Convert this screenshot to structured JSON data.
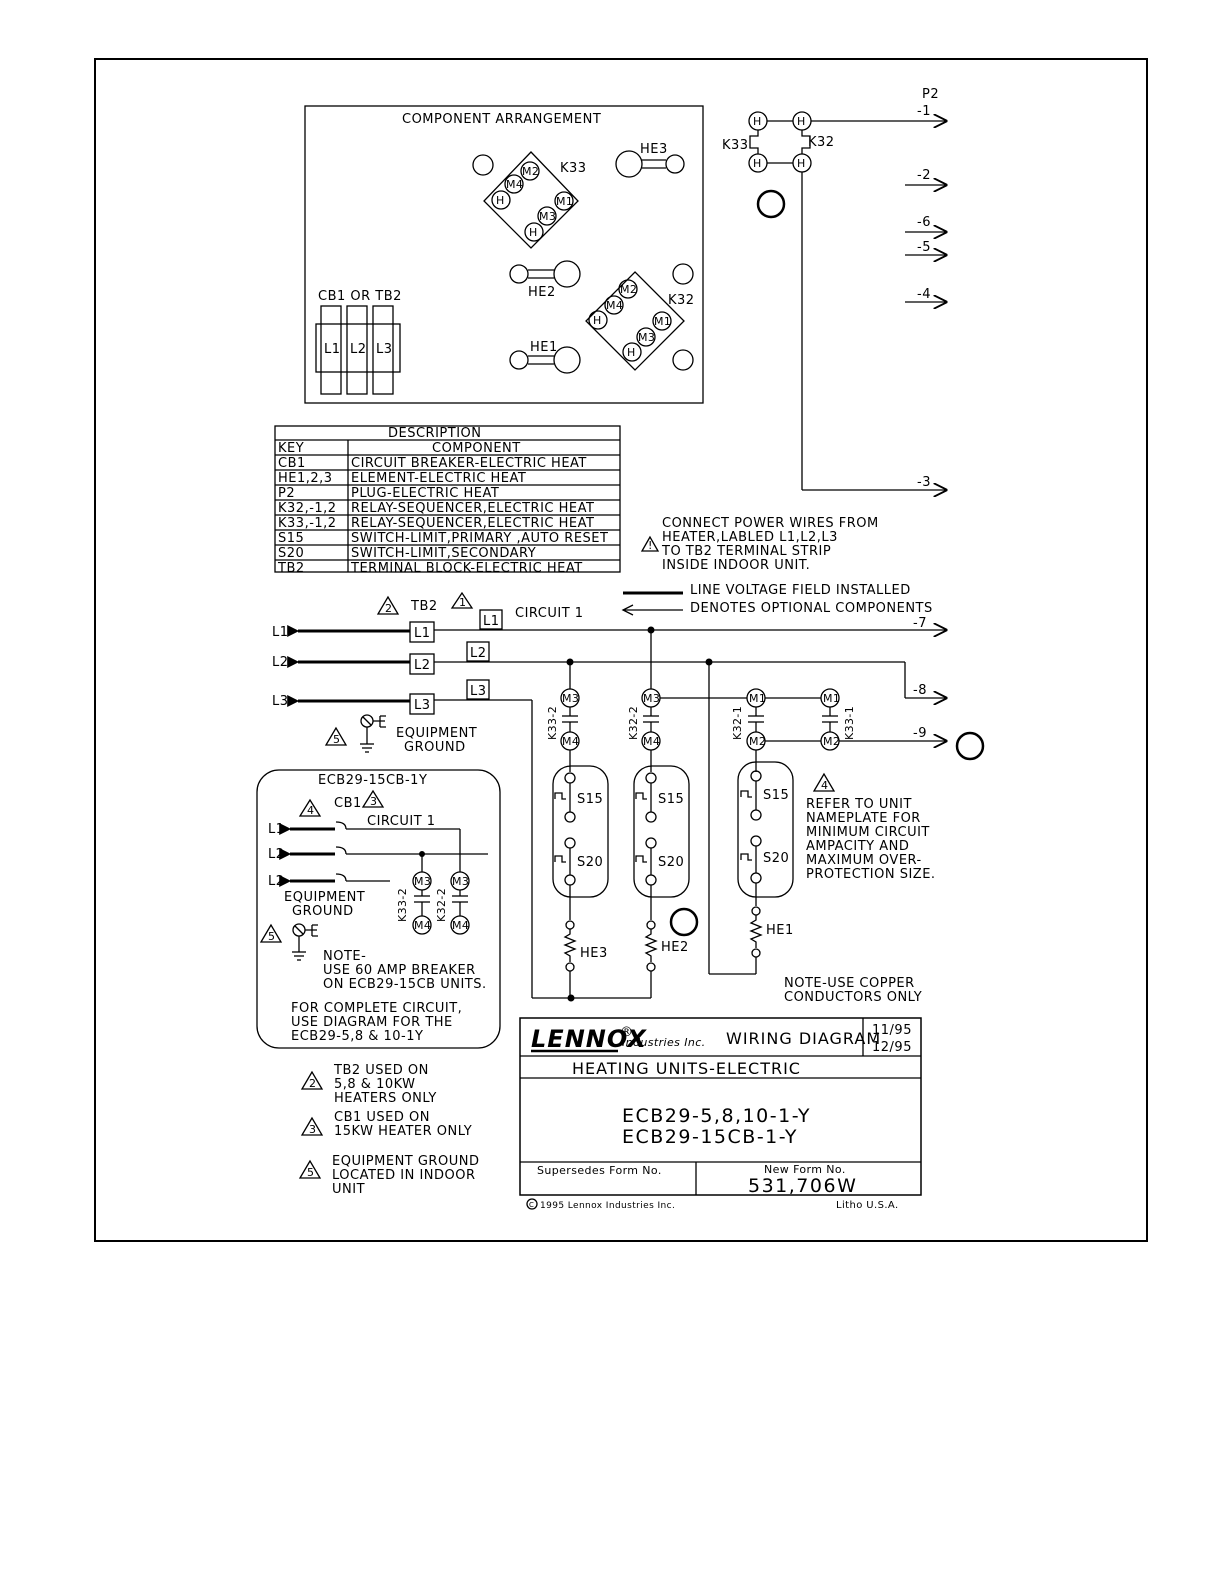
{
  "component_arrangement": {
    "title": "COMPONENT ARRANGEMENT",
    "labels": [
      "K33",
      "HE3",
      "HE2",
      "K32",
      "HE1",
      "CB1 OR TB2"
    ],
    "terminals": [
      "L1",
      "L2",
      "L3"
    ],
    "relay_contacts": [
      "M2",
      "M1",
      "M4",
      "M3",
      "H",
      "H"
    ]
  },
  "description_table": {
    "title": "DESCRIPTION",
    "headers": [
      "KEY",
      "COMPONENT"
    ],
    "rows": [
      [
        "CB1",
        "CIRCUIT BREAKER-ELECTRIC HEAT"
      ],
      [
        "HE1,2,3",
        "ELEMENT-ELECTRIC HEAT"
      ],
      [
        "P2",
        "PLUG-ELECTRIC HEAT"
      ],
      [
        "K32,-1,2",
        "RELAY-SEQUENCER,ELECTRIC HEAT"
      ],
      [
        "K33,-1,2",
        "RELAY-SEQUENCER,ELECTRIC HEAT"
      ],
      [
        "S15",
        "SWITCH-LIMIT,PRIMARY ,AUTO RESET"
      ],
      [
        "S20",
        "SWITCH-LIMIT,SECONDARY"
      ],
      [
        "TB2",
        "TERMINAL BLOCK-ELECTRIC HEAT"
      ]
    ]
  },
  "plug": {
    "name": "P2",
    "pins": [
      "-1",
      "-2",
      "-6",
      "-5",
      "-4",
      "-3",
      "-7",
      "-8",
      "-9"
    ],
    "relay_labels": [
      "K33",
      "K32"
    ],
    "h": "H"
  },
  "notes": {
    "connect_power": [
      "CONNECT POWER WIRES FROM",
      "HEATER,LABLED L1,L2,L3",
      "TO TB2 TERMINAL STRIP",
      "INSIDE INDOOR UNIT."
    ],
    "legend_line": "LINE VOLTAGE FIELD INSTALLED",
    "legend_optional": "DENOTES OPTIONAL COMPONENTS",
    "refer": [
      "REFER TO UNIT",
      "NAMEPLATE FOR",
      "MINIMUM CIRCUIT",
      "AMPACITY AND",
      "MAXIMUM OVER-",
      "PROTECTION SIZE."
    ],
    "copper": [
      "NOTE-USE COPPER",
      "CONDUCTORS ONLY"
    ],
    "tb2_used": [
      "TB2 USED ON",
      "5,8 & 10KW",
      "HEATERS ONLY"
    ],
    "cb1_used": [
      "CB1 USED ON",
      "15KW HEATER ONLY"
    ],
    "ground_loc": [
      "EQUIPMENT GROUND",
      "LOCATED IN INDOOR",
      "UNIT"
    ]
  },
  "main_circuit": {
    "lines": [
      "L1",
      "L2",
      "L3"
    ],
    "tb2": "TB2",
    "circuit": "CIRCUIT 1",
    "ground": [
      "EQUIPMENT",
      "GROUND"
    ],
    "relays": [
      "K33-2",
      "K32-2",
      "K32-1",
      "K33-1"
    ],
    "contacts": [
      "M3",
      "M4",
      "M1",
      "M2"
    ],
    "limits": [
      "S15",
      "S20"
    ],
    "elements": [
      "HE3",
      "HE2",
      "HE1"
    ],
    "markers": [
      "1",
      "2",
      "3",
      "4",
      "5"
    ]
  },
  "inset": {
    "title": "ECB29-15CB-1Y",
    "cb1": "CB1",
    "circuit": "CIRCUIT 1",
    "lines": [
      "L1",
      "L2",
      "L2"
    ],
    "ground": [
      "EQUIPMENT",
      "GROUND"
    ],
    "note": [
      "NOTE-",
      "USE 60 AMP BREAKER",
      "ON ECB29-15CB UNITS."
    ],
    "complete": [
      "FOR COMPLETE CIRCUIT,",
      "USE DIAGRAM FOR THE",
      "ECB29-5,8 & 10-1Y"
    ]
  },
  "title_block": {
    "brand": "LENNOX",
    "reg": "®",
    "industries": "Industries Inc.",
    "doc_type": "WIRING DIAGRAM",
    "date1": "11/95",
    "date2": "12/95",
    "heading": "HEATING UNITS-ELECTRIC",
    "model1": "ECB29-5,8,10-1-Y",
    "model2": "ECB29-15CB-1-Y",
    "supersedes": "Supersedes Form No.",
    "new_form_label": "New Form No.",
    "form_no": "531,706W",
    "copyright": "1995 Lennox Industries Inc.",
    "litho": "Litho U.S.A."
  }
}
